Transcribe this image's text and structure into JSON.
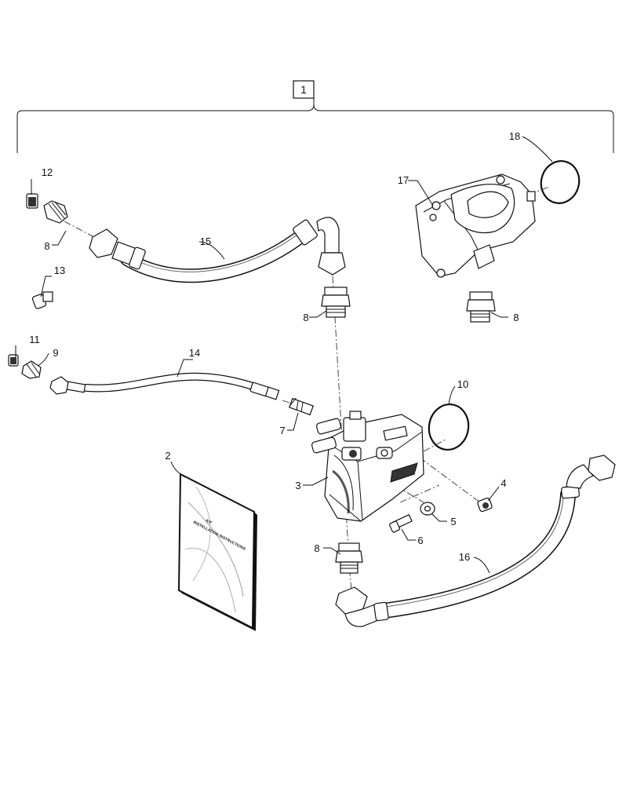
{
  "kit": {
    "label": "1"
  },
  "callouts": {
    "c2": "2",
    "c3": "3",
    "c4": "4",
    "c5": "5",
    "c6": "6",
    "c7": "7",
    "c8a": "8",
    "c8b": "8",
    "c8c": "8",
    "c8d": "8",
    "c9": "9",
    "c10": "10",
    "c11": "11",
    "c12": "12",
    "c13": "13",
    "c14": "14",
    "c15": "15",
    "c16": "16",
    "c17": "17",
    "c18": "18"
  },
  "manual": {
    "line1": "KIT",
    "line2": "INSTALLATION INSTRUCTIONS"
  },
  "colors": {
    "ink": "#111111",
    "hose": "#ffffff",
    "shade": "#555555"
  }
}
